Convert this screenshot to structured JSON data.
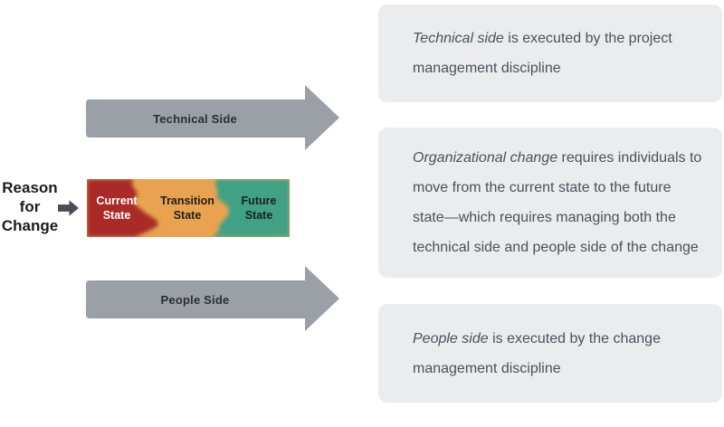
{
  "diagram": {
    "reason_label": "Reason\nfor\nChange",
    "arrows": {
      "technical": "Technical Side",
      "people": "People Side"
    },
    "states": [
      {
        "label": "Current\nState",
        "color": "#a92a28",
        "text_color": "#ffffff"
      },
      {
        "label": "Transition\nState",
        "color": "#e9a350",
        "text_color": "#1e1e1e"
      },
      {
        "label": "Future\nState",
        "color": "#41a185",
        "text_color": "#1e1e1e"
      }
    ],
    "callouts": [
      {
        "lead": "Technical side",
        "rest": " is executed by the project\nmanagement discipline"
      },
      {
        "lead": "Organizational change",
        "rest": " requires individuals to\nmove from the current state to the future\nstate—which requires managing both the\ntechnical side and people side of the change"
      },
      {
        "lead": "People side",
        "rest": " is executed by the change\nmanagement discipline"
      }
    ],
    "colors": {
      "arrow_gray": "#9aa0a5",
      "arrow_label_text": "#2c2f32",
      "callout_bg": "#ebeced",
      "callout_text": "#47535d",
      "reason_arrow": "#474e54",
      "reason_text": "#1b1b1b"
    }
  }
}
